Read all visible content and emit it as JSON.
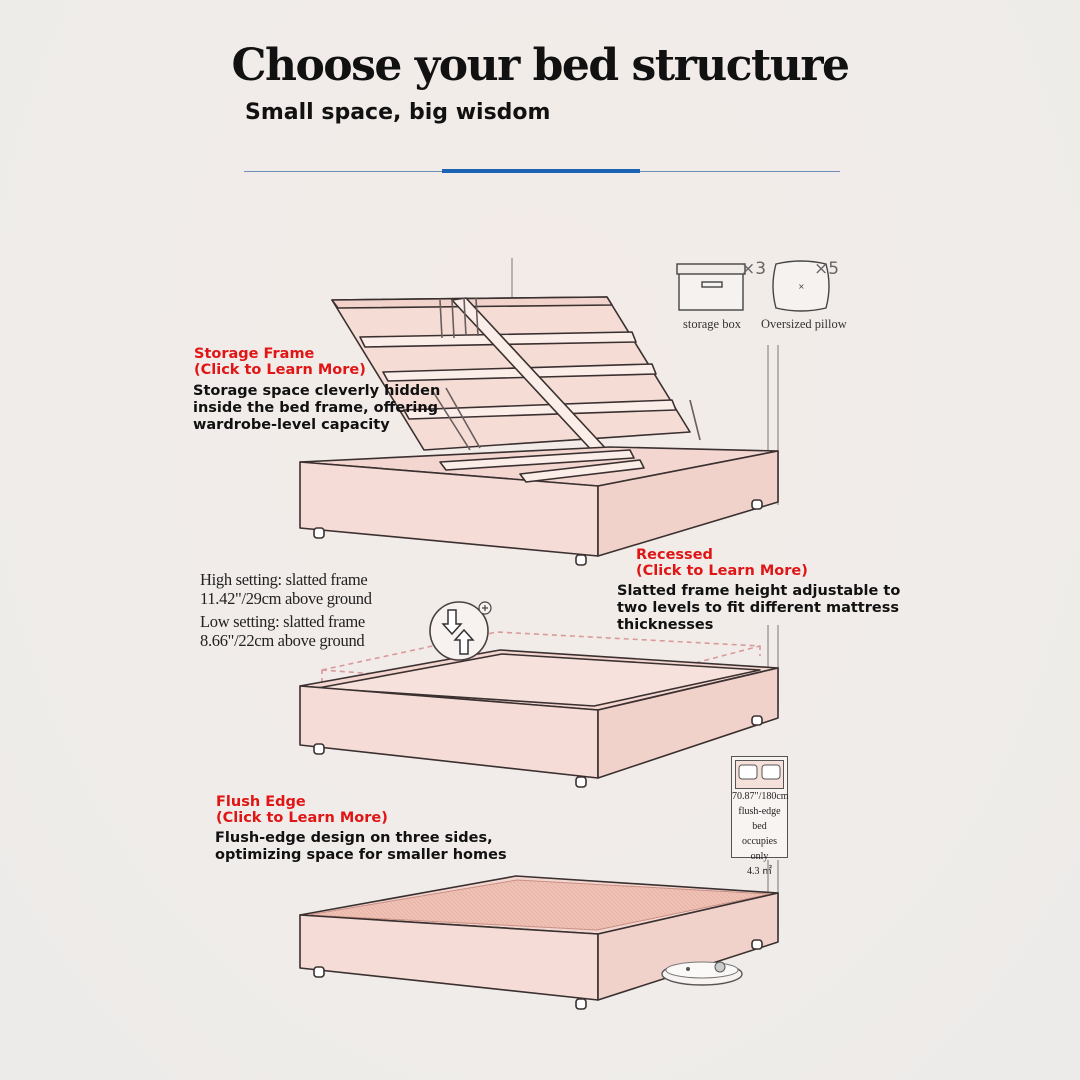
{
  "header": {
    "title": "Choose your bed structure",
    "subtitle": "Small space, big wisdom"
  },
  "accessories": {
    "storage_box": {
      "label": "storage box",
      "multiplier": "×3",
      "icon": "storage-box-icon"
    },
    "pillow": {
      "label": "Oversized pillow",
      "multiplier": "×5",
      "icon": "pillow-icon"
    }
  },
  "sections": {
    "storage": {
      "name": "Storage Frame",
      "link": "(Click to Learn More)",
      "desc_lines": [
        "Storage space cleverly hidden",
        "inside the bed frame, offering",
        "wardrobe-level capacity"
      ]
    },
    "recessed": {
      "name": "Recessed",
      "link": "(Click to Learn More)",
      "desc_lines": [
        "Slatted frame height adjustable to",
        "two levels to fit different mattress",
        "thicknesses"
      ],
      "high_lines": [
        "High setting: slatted frame",
        "11.42\"/29cm above ground"
      ],
      "low_lines": [
        "Low setting: slatted frame",
        "8.66\"/22cm above ground"
      ],
      "icon": "height-adjust-icon"
    },
    "flush": {
      "name": "Flush Edge",
      "link": "(Click to Learn More)",
      "desc_lines": [
        "Flush-edge design on three sides,",
        "optimizing space for smaller homes"
      ],
      "footprint_lines": [
        "70.87\"/180cm",
        "flush-edge bed",
        "occupies only",
        "4.3 ㎡"
      ]
    }
  },
  "colors": {
    "accent_red": "#e01616",
    "rule_blue": "#1c63b3",
    "bed_fill": "#f3d6d0",
    "mattress_fill": "#efc2b5"
  }
}
